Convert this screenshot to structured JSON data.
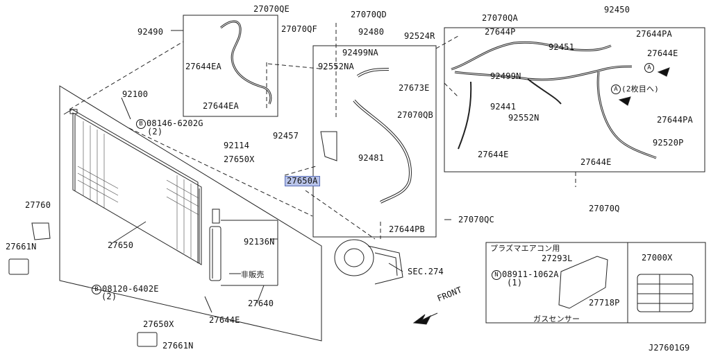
{
  "diagram_id": "J27601G9",
  "parts": {
    "p92490": "92490",
    "p27070QE": "27070QE",
    "p27070QD": "27070QD",
    "p27070QF": "27070QF",
    "p27644EA_1": "27644EA",
    "p27644EA_2": "27644EA",
    "p92100": "92100",
    "p08146": "08146-6202G",
    "p08146_qty": "(2)",
    "p92114": "92114",
    "p27650X_1": "27650X",
    "p27760": "27760",
    "p27661N_1": "27661N",
    "p27650": "27650",
    "p08120": "08120-6402E",
    "p08120_qty": "(2)",
    "p27650X_2": "27650X",
    "p27661N_2": "27661N",
    "p92136N": "92136N",
    "p27640": "27640",
    "p27644E_bottom": "27644E",
    "p_hihanbai": "非販売",
    "p92480": "92480",
    "p92499NA": "92499NA",
    "p92552NA": "92552NA",
    "p92457": "92457",
    "p27650A": "27650A",
    "p92481": "92481",
    "p27644PB": "27644PB",
    "p27070QC": "27070QC",
    "p_sec274": "SEC.274",
    "p_front": "FRONT",
    "p92524R": "92524R",
    "p27673E": "27673E",
    "p27070QB": "27070QB",
    "p27644E_mid": "27644E",
    "p27070QA": "27070QA",
    "p92450": "92450",
    "p27644P": "27644P",
    "p92451": "92451",
    "p27644PA_1": "27644PA",
    "p27644E_r": "27644E",
    "p92499N": "92499N",
    "p92441": "92441",
    "p92552N": "92552N",
    "p_nimaime": "(2枚目へ)",
    "p27644PA_2": "27644PA",
    "p92520P": "92520P",
    "p27644E_r2": "27644E",
    "p27070Q": "27070Q",
    "p_plasma": "プラズマエアコン用",
    "p27293L": "27293L",
    "p08911": "08911-1062A",
    "p08911_qty": "(1)",
    "p27718P": "27718P",
    "p_gas": "ガスセンサー",
    "p27000X": "27000X"
  },
  "markers": {
    "A": "A",
    "B": "B",
    "N": "N"
  }
}
